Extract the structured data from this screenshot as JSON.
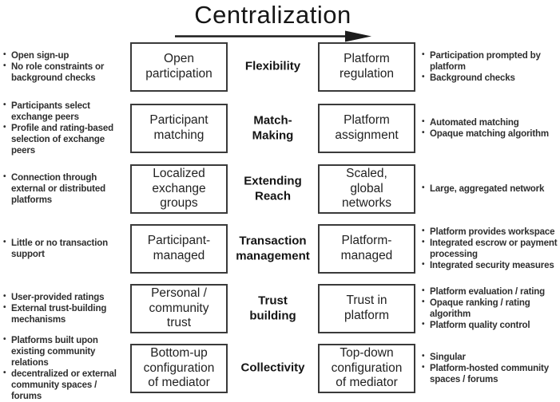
{
  "title": "Centralization",
  "colors": {
    "background": "#ffffff",
    "ink": "#161616",
    "box_border": "#3a3a3a",
    "bullet_text": "#2e2e2e"
  },
  "arrow": {
    "direction": "right",
    "meaning": "increasing centralization"
  },
  "columns": {
    "left_bullets_role": "decentralized characteristics",
    "left_box_role": "decentralized form",
    "center_role": "dimension",
    "right_box_role": "centralized form",
    "right_bullets_role": "centralized characteristics"
  },
  "rows": [
    {
      "left_bullets": [
        "Open sign-up",
        "No role constraints or background checks"
      ],
      "left_box": "Open\nparticipation",
      "center_label": "Flexibility",
      "right_box": "Platform\nregulation",
      "right_bullets": [
        "Participation prompted by platform",
        "Background checks"
      ]
    },
    {
      "left_bullets": [
        "Participants select exchange peers",
        "Profile and rating-based selection of exchange peers"
      ],
      "left_box": "Participant\nmatching",
      "center_label": "Match-\nMaking",
      "right_box": "Platform\nassignment",
      "right_bullets": [
        "Automated matching",
        "Opaque matching algorithm"
      ]
    },
    {
      "left_bullets": [
        "Connection through external or distributed platforms"
      ],
      "left_box": "Localized\nexchange\ngroups",
      "center_label": "Extending\nReach",
      "right_box": "Scaled,\nglobal\nnetworks",
      "right_bullets": [
        "Large, aggregated network"
      ]
    },
    {
      "left_bullets": [
        "Little or no transaction support"
      ],
      "left_box": "Participant-\nmanaged",
      "center_label": "Transaction\nmanagement",
      "right_box": "Platform-\nmanaged",
      "right_bullets": [
        "Platform provides workspace",
        "Integrated escrow or payment processing",
        "Integrated security measures"
      ]
    },
    {
      "left_bullets": [
        "User-provided ratings",
        "External trust-building mechanisms"
      ],
      "left_box": "Personal /\ncommunity\ntrust",
      "center_label": "Trust\nbuilding",
      "right_box": "Trust in\nplatform",
      "right_bullets": [
        "Platform evaluation / rating",
        "Opaque ranking / rating algorithm",
        "Platform quality control"
      ]
    },
    {
      "left_bullets": [
        "Platforms built upon existing community relations",
        "decentralized or external community spaces / forums"
      ],
      "left_box": "Bottom-up\nconfiguration\nof mediator",
      "center_label": "Collectivity",
      "right_box": "Top-down\nconfiguration\nof mediator",
      "right_bullets": [
        "Singular",
        "Platform-hosted community spaces / forums"
      ]
    }
  ]
}
